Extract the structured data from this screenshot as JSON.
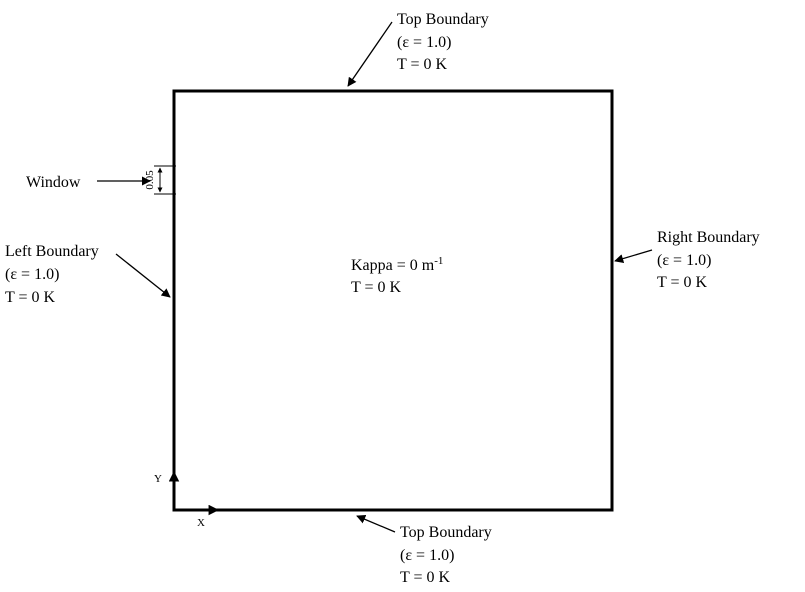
{
  "top_boundary": {
    "name": "Top Boundary",
    "emissivity": "(ε = 1.0)",
    "temperature": "T = 0 K"
  },
  "bottom_boundary": {
    "name": "Top Boundary",
    "emissivity": "(ε = 1.0)",
    "temperature": "T = 0 K"
  },
  "left_boundary": {
    "name": "Left Boundary",
    "emissivity": "(ε = 1.0)",
    "temperature": "T = 0 K"
  },
  "right_boundary": {
    "name": "Right Boundary",
    "emissivity": "(ε = 1.0)",
    "temperature": "T = 0 K"
  },
  "window": {
    "label": "Window",
    "size": "0.05"
  },
  "medium": {
    "kappa_text": "Kappa = 0 m",
    "kappa_exponent": "-1",
    "temperature": "T = 0 K"
  },
  "axes": {
    "x_label": "X",
    "y_label": "Y"
  },
  "colors": {
    "line": "#000000",
    "background": "#ffffff"
  }
}
